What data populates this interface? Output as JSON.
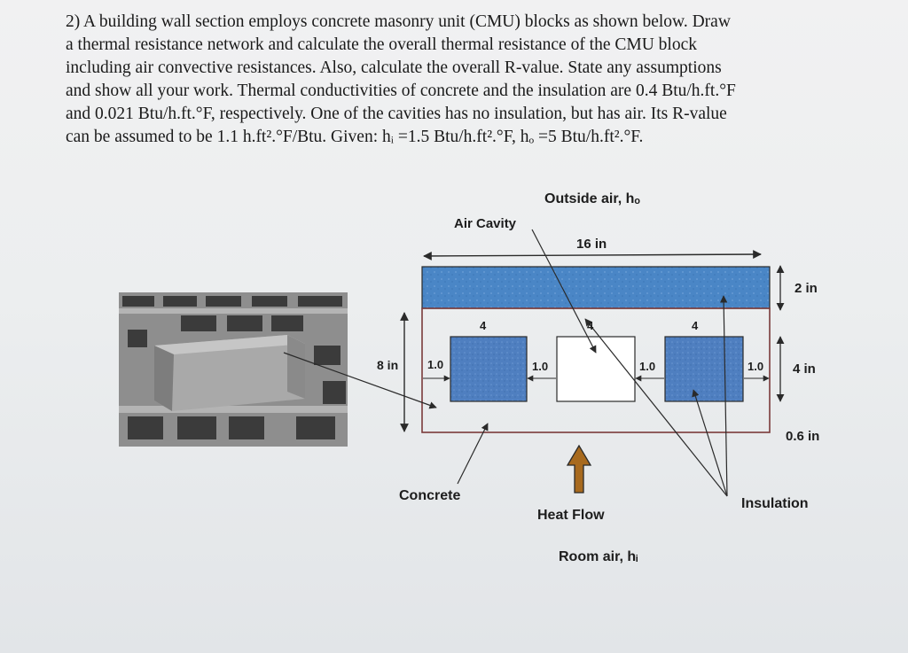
{
  "problem": {
    "lines": [
      "2) A building wall section employs concrete masonry unit (CMU) blocks as shown below. Draw",
      "a thermal resistance network and calculate the overall thermal resistance of the CMU block",
      "including air convective resistances. Also, calculate the overall R-value. State any assumptions",
      "and show all your work. Thermal conductivities of concrete and the insulation are 0.4 Btu/h.ft.°F",
      "and 0.021 Btu/h.ft.°F, respectively. One of the cavities has no insulation, but has air. Its R-value",
      "can be assumed to be 1.1 h.ft².°F/Btu. Given: hᵢ =1.5 Btu/h.ft².°F, hₒ =5 Btu/h.ft².°F."
    ]
  },
  "diagram": {
    "outside_air": "Outside air, hₒ",
    "air_cavity": "Air Cavity",
    "width_label": "16 in",
    "top_layer_label": "2 in",
    "height_label": "8 in",
    "cavity_height_label": "4 in",
    "bottom_label": "0.6 in",
    "cavity_width_labels": [
      "4",
      "4",
      "4"
    ],
    "web_labels": [
      "1.0",
      "1.0",
      "1.0",
      "1.0"
    ],
    "concrete": "Concrete",
    "heat_flow": "Heat Flow",
    "insulation": "Insulation",
    "room_air": "Room air, hᵢ"
  },
  "colors": {
    "insulation": "#4f7fc0",
    "top_layer": "#4a86c6",
    "heat_arrow": "#a86a1e",
    "line": "#2a2a2a"
  },
  "icons": {
    "photo": "cmu-block-photo",
    "heat_arrow": "arrow-up-icon"
  }
}
